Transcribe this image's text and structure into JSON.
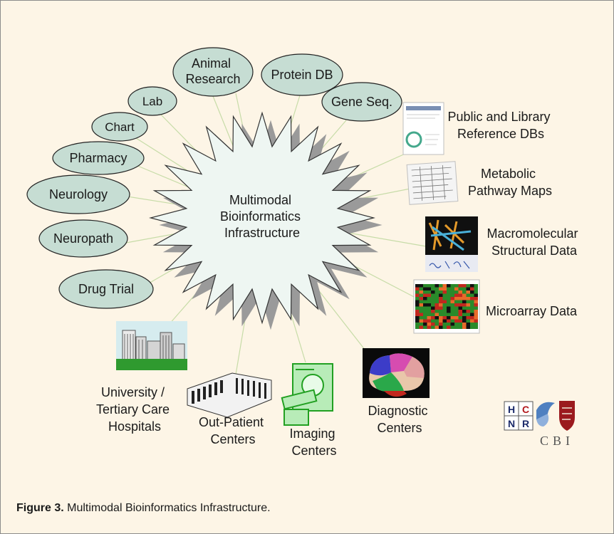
{
  "hub": {
    "lines": [
      "Multimodal",
      "Bioinformatics",
      "Infrastructure"
    ]
  },
  "left_nodes": [
    {
      "id": "animal-research",
      "lines": [
        "Animal",
        "Research"
      ]
    },
    {
      "id": "protein-db",
      "lines": [
        "Protein DB"
      ]
    },
    {
      "id": "gene-seq",
      "lines": [
        "Gene Seq."
      ]
    },
    {
      "id": "lab",
      "lines": [
        "Lab"
      ]
    },
    {
      "id": "chart",
      "lines": [
        "Chart"
      ]
    },
    {
      "id": "pharmacy",
      "lines": [
        "Pharmacy"
      ]
    },
    {
      "id": "neurology",
      "lines": [
        "Neurology"
      ]
    },
    {
      "id": "neuropath",
      "lines": [
        "Neuropath"
      ]
    },
    {
      "id": "drug-trial",
      "lines": [
        "Drug Trial"
      ]
    }
  ],
  "right_sources": [
    {
      "id": "public-library",
      "lines": [
        "Public and Library",
        "Reference DBs"
      ]
    },
    {
      "id": "metabolic",
      "lines": [
        "Metabolic",
        "Pathway Maps"
      ]
    },
    {
      "id": "macromolecular",
      "lines": [
        "Macromolecular",
        "Structural Data"
      ]
    },
    {
      "id": "microarray",
      "lines": [
        "Microarray Data"
      ]
    }
  ],
  "bottom_sources": [
    {
      "id": "university",
      "lines": [
        "University /",
        "Tertiary Care",
        "Hospitals"
      ]
    },
    {
      "id": "outpatient",
      "lines": [
        "Out-Patient",
        "Centers"
      ]
    },
    {
      "id": "imaging",
      "lines": [
        "Imaging",
        "Centers"
      ]
    },
    {
      "id": "diagnostic",
      "lines": [
        "Diagnostic",
        "Centers"
      ]
    }
  ],
  "logo": {
    "letters": [
      "H",
      "C",
      "N",
      "R"
    ],
    "cbi": "CBI"
  },
  "caption": {
    "label": "Figure 3.",
    "text": " Multimodal Bioinformatics Infrastructure."
  },
  "colors": {
    "background": "#fdf5e6",
    "node_fill": "#c6ddd3",
    "hub_fill": "#eef6f2",
    "shadow": "#9a9a9a",
    "connector": "#c7dca8"
  }
}
